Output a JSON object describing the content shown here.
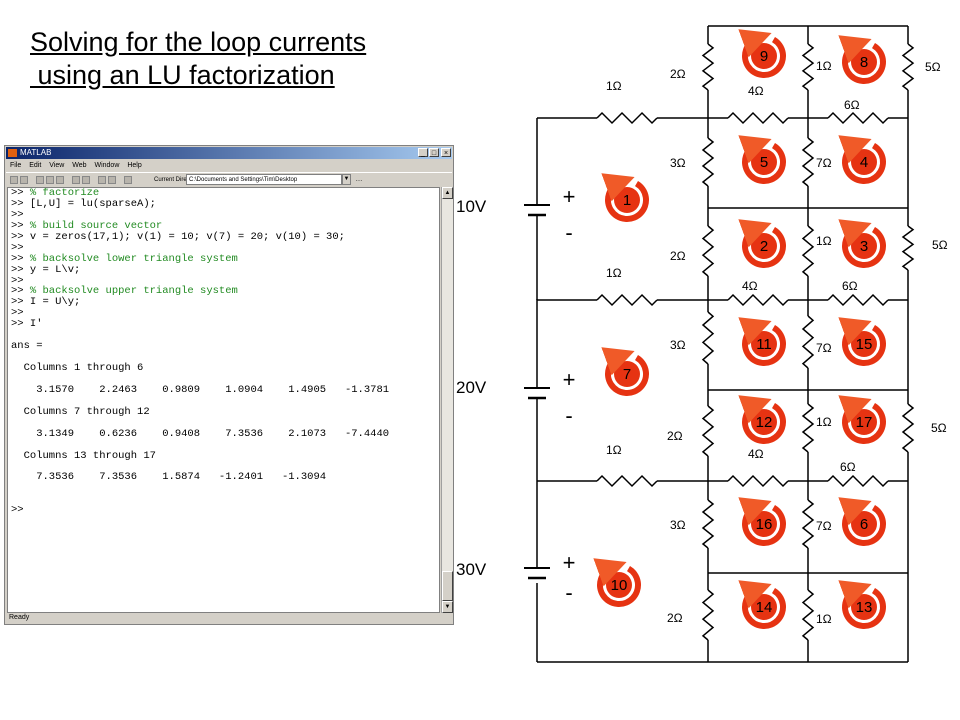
{
  "slide": {
    "title_line1": "Solving for the loop currents",
    "title_line2": " using an LU factorization"
  },
  "matlab": {
    "window_title": "MATLAB",
    "menu": [
      "File",
      "Edit",
      "View",
      "Web",
      "Window",
      "Help"
    ],
    "current_directory_label": "Current Directory:",
    "current_directory_value": "C:\\Documents and Settings\\Tim\\Desktop",
    "status": "Ready",
    "console": [
      {
        "p": ">> ",
        "c": "% factorize"
      },
      {
        "p": ">> [L,U] = lu(sparseA);"
      },
      {
        "p": ">>"
      },
      {
        "p": ">> ",
        "c": "% build source vector"
      },
      {
        "p": ">> v = zeros(17,1); v(1) = 10; v(7) = 20; v(10) = 30;"
      },
      {
        "p": ">>"
      },
      {
        "p": ">> ",
        "c": "% backsolve lower triangle system"
      },
      {
        "p": ">> y = L\\v;"
      },
      {
        "p": ">>"
      },
      {
        "p": ">> ",
        "c": "% backsolve upper triangle system"
      },
      {
        "p": ">> I = U\\y;"
      },
      {
        "p": ">>"
      },
      {
        "p": ">> I'"
      },
      {
        "p": ""
      },
      {
        "p": "ans ="
      },
      {
        "p": ""
      },
      {
        "p": "  Columns 1 through 6"
      },
      {
        "p": ""
      },
      {
        "p": "    3.1570    2.2463    0.9809    1.0904    1.4905   -1.3781"
      },
      {
        "p": ""
      },
      {
        "p": "  Columns 7 through 12"
      },
      {
        "p": ""
      },
      {
        "p": "    3.1349    0.6236    0.9408    7.3536    2.1073   -7.4440"
      },
      {
        "p": ""
      },
      {
        "p": "  Columns 13 through 17"
      },
      {
        "p": ""
      },
      {
        "p": "    7.3536    7.3536    1.5874   -1.2401   -1.3094"
      },
      {
        "p": ""
      },
      {
        "p": ""
      },
      {
        "p": ">>"
      }
    ]
  },
  "sources": [
    {
      "voltage": "10V",
      "plus": "+",
      "minus": "-"
    },
    {
      "voltage": "20V",
      "plus": "+",
      "minus": "-"
    },
    {
      "voltage": "30V",
      "plus": "+",
      "minus": "-"
    }
  ],
  "loops": [
    "1",
    "2",
    "3",
    "4",
    "5",
    "6",
    "7",
    "8",
    "9",
    "10",
    "11",
    "12",
    "13",
    "14",
    "15",
    "16",
    "17"
  ],
  "resistor_labels": [
    "1Ω",
    "2Ω",
    "3Ω",
    "4Ω",
    "5Ω",
    "6Ω",
    "7Ω"
  ],
  "colors": {
    "loop_fill": "#e63312",
    "arrow_head": "#f05a28",
    "wire": "#000000"
  }
}
